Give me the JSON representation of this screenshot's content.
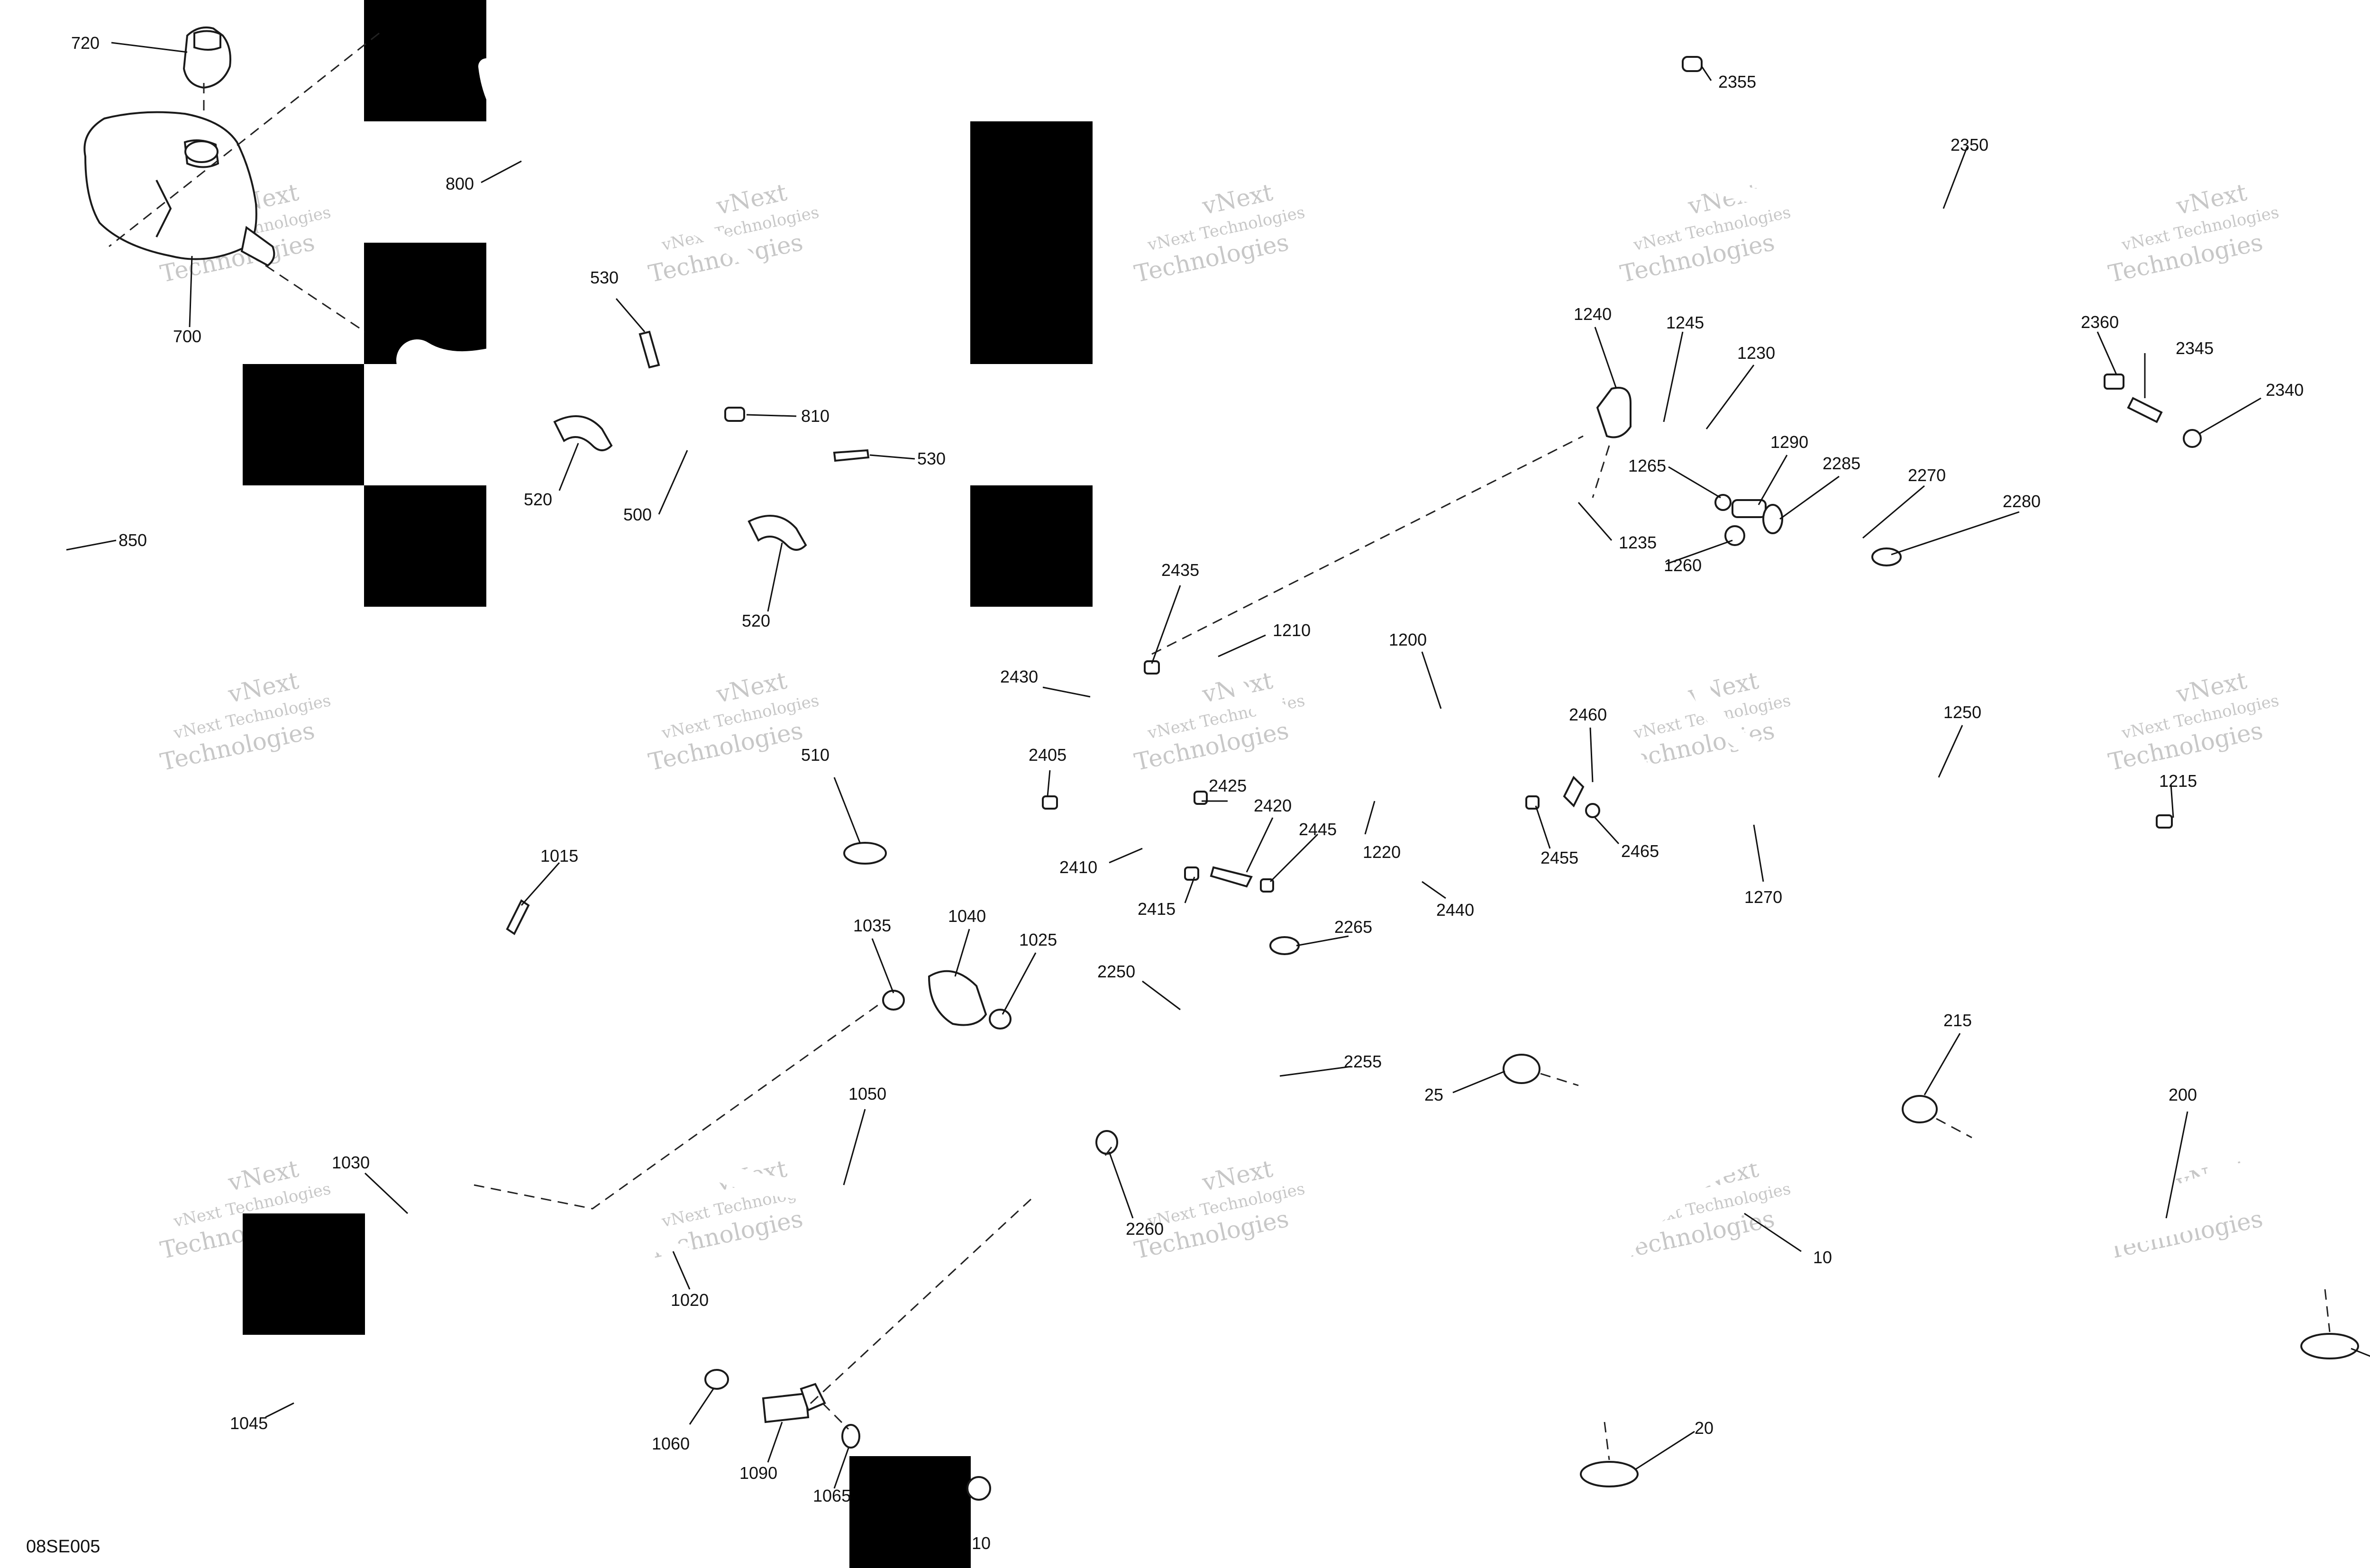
{
  "figure_code": "08SE005",
  "watermark": {
    "line1": "vNext Technologies",
    "line2": "vNext",
    "line3": "Technologies"
  },
  "callouts": {
    "c720": "720",
    "c700": "700",
    "c850": "850",
    "c800": "800",
    "c530a": "530",
    "c530b": "530",
    "c810": "810",
    "c520a": "520",
    "c520b": "520",
    "c500": "500",
    "c510": "510",
    "c2355": "2355",
    "c2350": "2350",
    "c2360": "2360",
    "c2345": "2345",
    "c2340": "2340",
    "c1240": "1240",
    "c1245": "1245",
    "c1230": "1230",
    "c1265": "1265",
    "c1290": "1290",
    "c2285": "2285",
    "c2270": "2270",
    "c2280": "2280",
    "c1235": "1235",
    "c1260": "1260",
    "c2435": "2435",
    "c1210": "1210",
    "c1200": "1200",
    "c2430": "2430",
    "c2460": "2460",
    "c1250": "1250",
    "c1215": "1215",
    "c2405": "2405",
    "c2425": "2425",
    "c2420": "2420",
    "c2445": "2445",
    "c1220": "1220",
    "c2455": "2455",
    "c2465": "2465",
    "c2410": "2410",
    "c2415": "2415",
    "c2440": "2440",
    "c1270": "1270",
    "c1015": "1015",
    "c1035": "1035",
    "c1040": "1040",
    "c1025": "1025",
    "c2265": "2265",
    "c2250": "2250",
    "c2255": "2255",
    "c1050": "1050",
    "c1030": "1030",
    "c2260": "2260",
    "c1020": "1020",
    "c1045": "1045",
    "c1060": "1060",
    "c1090": "1090",
    "c1065": "1065",
    "c1010": "10",
    "c25": "25",
    "c215": "215",
    "c200": "200",
    "c10": "10",
    "c210": "210",
    "c20": "20"
  }
}
